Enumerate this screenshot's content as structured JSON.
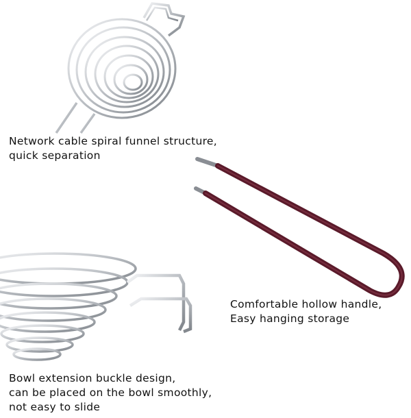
{
  "captions": {
    "spiral": {
      "line1": "Network cable spiral funnel structure,",
      "line2": "quick separation"
    },
    "handle": {
      "line1": "Comfortable hollow handle,",
      "line2": "Easy hanging storage"
    },
    "buckle": {
      "line1": "Bowl extension buckle design,",
      "line2": "can be placed on the bowl smoothly,",
      "line3": "not easy to slide"
    }
  },
  "colors": {
    "steel": "#c9ccd0",
    "steel_dark": "#8a8e94",
    "handle_coating": "#5a1a2a",
    "background": "#ffffff"
  }
}
